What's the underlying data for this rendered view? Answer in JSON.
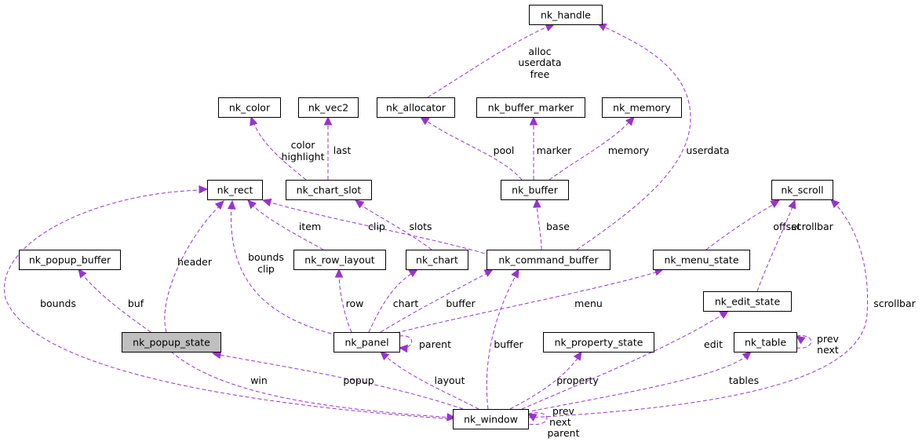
{
  "nodes": [
    {
      "id": "nk_handle",
      "label": "nk_handle"
    },
    {
      "id": "nk_color",
      "label": "nk_color"
    },
    {
      "id": "nk_vec2",
      "label": "nk_vec2"
    },
    {
      "id": "nk_allocator",
      "label": "nk_allocator"
    },
    {
      "id": "nk_buffer_marker",
      "label": "nk_buffer_marker"
    },
    {
      "id": "nk_memory",
      "label": "nk_memory"
    },
    {
      "id": "nk_rect",
      "label": "nk_rect"
    },
    {
      "id": "nk_chart_slot",
      "label": "nk_chart_slot"
    },
    {
      "id": "nk_buffer",
      "label": "nk_buffer"
    },
    {
      "id": "nk_scroll",
      "label": "nk_scroll"
    },
    {
      "id": "nk_popup_buffer",
      "label": "nk_popup_buffer"
    },
    {
      "id": "nk_row_layout",
      "label": "nk_row_layout"
    },
    {
      "id": "nk_chart",
      "label": "nk_chart"
    },
    {
      "id": "nk_command_buffer",
      "label": "nk_command_buffer"
    },
    {
      "id": "nk_menu_state",
      "label": "nk_menu_state"
    },
    {
      "id": "nk_edit_state",
      "label": "nk_edit_state"
    },
    {
      "id": "nk_popup_state",
      "label": "nk_popup_state",
      "highlighted": true
    },
    {
      "id": "nk_panel",
      "label": "nk_panel"
    },
    {
      "id": "nk_property_state",
      "label": "nk_property_state"
    },
    {
      "id": "nk_table",
      "label": "nk_table"
    },
    {
      "id": "nk_window",
      "label": "nk_window"
    }
  ],
  "edges": [
    {
      "id": "e_alloc",
      "from": "nk_allocator",
      "to": "nk_handle",
      "label": [
        "alloc",
        "userdata",
        "free"
      ]
    },
    {
      "id": "e_userdata",
      "from": "nk_command_buffer",
      "to": "nk_handle",
      "label": [
        "userdata"
      ]
    },
    {
      "id": "e_pool",
      "from": "nk_buffer",
      "to": "nk_allocator",
      "label": [
        "pool"
      ]
    },
    {
      "id": "e_marker",
      "from": "nk_buffer",
      "to": "nk_buffer_marker",
      "label": [
        "marker"
      ]
    },
    {
      "id": "e_memory",
      "from": "nk_buffer",
      "to": "nk_memory",
      "label": [
        "memory"
      ]
    },
    {
      "id": "e_color",
      "from": "nk_chart_slot",
      "to": "nk_color",
      "label": [
        "color",
        "highlight"
      ]
    },
    {
      "id": "e_last",
      "from": "nk_chart_slot",
      "to": "nk_vec2",
      "label": [
        "last"
      ]
    },
    {
      "id": "e_base",
      "from": "nk_command_buffer",
      "to": "nk_buffer",
      "label": [
        "base"
      ]
    },
    {
      "id": "e_clip",
      "from": "nk_command_buffer",
      "to": "nk_rect",
      "label": [
        "clip"
      ]
    },
    {
      "id": "e_item",
      "from": "nk_row_layout",
      "to": "nk_rect",
      "label": [
        "item"
      ]
    },
    {
      "id": "e_header",
      "from": "nk_popup_state",
      "to": "nk_rect",
      "label": [
        "header"
      ]
    },
    {
      "id": "e_boundsclip",
      "from": "nk_panel",
      "to": "nk_rect",
      "label": [
        "bounds",
        "clip"
      ]
    },
    {
      "id": "e_bounds",
      "from": "nk_window",
      "to": "nk_rect",
      "label": [
        "bounds"
      ]
    },
    {
      "id": "e_slots",
      "from": "nk_chart",
      "to": "nk_chart_slot",
      "label": [
        "slots"
      ]
    },
    {
      "id": "e_offset",
      "from": "nk_menu_state",
      "to": "nk_scroll",
      "label": [
        "offset"
      ]
    },
    {
      "id": "e_scrollbar1",
      "from": "nk_edit_state",
      "to": "nk_scroll",
      "label": [
        "scrollbar"
      ]
    },
    {
      "id": "e_scrollbar2",
      "from": "nk_window",
      "to": "nk_scroll",
      "label": [
        "scrollbar"
      ]
    },
    {
      "id": "e_buf",
      "from": "nk_popup_state",
      "to": "nk_popup_buffer",
      "label": [
        "buf"
      ]
    },
    {
      "id": "e_row",
      "from": "nk_panel",
      "to": "nk_row_layout",
      "label": [
        "row"
      ]
    },
    {
      "id": "e_chart",
      "from": "nk_panel",
      "to": "nk_chart",
      "label": [
        "chart"
      ]
    },
    {
      "id": "e_pbuffer",
      "from": "nk_panel",
      "to": "nk_command_buffer",
      "label": [
        "buffer"
      ]
    },
    {
      "id": "e_menu",
      "from": "nk_panel",
      "to": "nk_menu_state",
      "label": [
        "menu"
      ]
    },
    {
      "id": "e_parent",
      "from": "nk_panel",
      "to": "nk_panel",
      "label": [
        "parent"
      ]
    },
    {
      "id": "e_wbuffer",
      "from": "nk_window",
      "to": "nk_command_buffer",
      "label": [
        "buffer"
      ]
    },
    {
      "id": "e_layout",
      "from": "nk_window",
      "to": "nk_panel",
      "label": [
        "layout"
      ]
    },
    {
      "id": "e_win",
      "from": "nk_popup_state",
      "to": "nk_window",
      "label": [
        "win"
      ]
    },
    {
      "id": "e_popup",
      "from": "nk_window",
      "to": "nk_popup_state",
      "label": [
        "popup"
      ]
    },
    {
      "id": "e_property",
      "from": "nk_window",
      "to": "nk_property_state",
      "label": [
        "property"
      ]
    },
    {
      "id": "e_edit",
      "from": "nk_window",
      "to": "nk_edit_state",
      "label": [
        "edit"
      ]
    },
    {
      "id": "e_tables",
      "from": "nk_window",
      "to": "nk_table",
      "label": [
        "tables"
      ]
    },
    {
      "id": "e_tprevnext",
      "from": "nk_table",
      "to": "nk_table",
      "label": [
        "prev",
        "next"
      ]
    },
    {
      "id": "e_wprevnext",
      "from": "nk_window",
      "to": "nk_window",
      "label": [
        "prev",
        "next",
        "parent"
      ]
    }
  ],
  "colors": {
    "edge": "#9a32cd",
    "highlight_fill": "#bfbfbf",
    "node_stroke": "#000000"
  }
}
